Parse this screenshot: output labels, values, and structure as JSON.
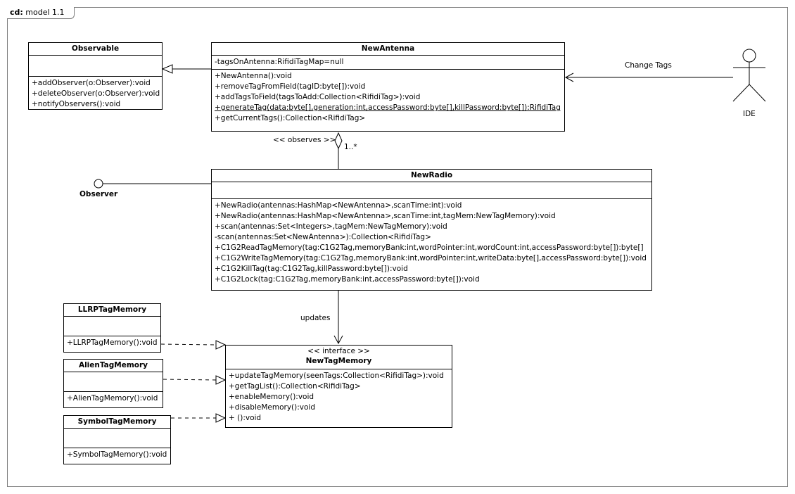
{
  "frame": {
    "kind": "cd:",
    "name": "model 1.1"
  },
  "classes": {
    "observable": {
      "name": "Observable",
      "attributes": [],
      "operations": [
        "+addObserver(o:Observer):void",
        "+deleteObserver(o:Observer):void",
        "+notifyObservers():void"
      ]
    },
    "new_antenna": {
      "name": "NewAntenna",
      "attributes": [
        "-tagsOnAntenna:RifidiTagMap=null"
      ],
      "operations": [
        "+NewAntenna():void",
        "+removeTagFromField(tagID:byte[]):void",
        "+addTagsToField(tagsToAdd:Collection<RifidiTag>):void",
        "+generateTag(data:byte[],generation:int,accessPassword:byte[],killPassword:byte[]):RifidiTag",
        "+getCurrentTags():Collection<RifidiTag>"
      ]
    },
    "new_radio": {
      "name": "NewRadio",
      "attributes": [],
      "operations": [
        "+NewRadio(antennas:HashMap<NewAntenna>,scanTime:int):void",
        "+NewRadio(antennas:HashMap<NewAntenna>,scanTime:int,tagMem:NewTagMemory):void",
        "+scan(antennas:Set<Integers>,tagMem:NewTagMemory):void",
        "-scan(antennas:Set<NewAntenna>):Collection<RifidiTag>",
        "+C1G2ReadTagMemory(tag:C1G2Tag,memoryBank:int,wordPointer:int,wordCount:int,accessPassword:byte[]):byte[]",
        "+C1G2WriteTagMemory(tag:C1G2Tag,memoryBank:int,wordPointer:int,writeData:byte[],accessPassword:byte[]):void",
        "+C1G2KillTag(tag:C1G2Tag,killPassword:byte[]):void",
        "+C1G2Lock(tag:C1G2Tag,memoryBank:int,accessPassword:byte[]):void"
      ]
    },
    "new_tag_memory": {
      "stereotype": "<< interface >>",
      "name": "NewTagMemory",
      "operations": [
        "+updateTagMemory(seenTags:Collection<RifidiTag>):void",
        "+getTagList():Collection<RifidiTag>",
        "+enableMemory():void",
        "+disableMemory():void",
        "+ ():void"
      ]
    },
    "llrp_tag_memory": {
      "name": "LLRPTagMemory",
      "attributes": [],
      "operations": [
        "+LLRPTagMemory():void"
      ]
    },
    "alien_tag_memory": {
      "name": "AlienTagMemory",
      "attributes": [],
      "operations": [
        "+AlienTagMemory():void"
      ]
    },
    "symbol_tag_memory": {
      "name": "SymbolTagMemory",
      "attributes": [],
      "operations": [
        "+SymbolTagMemory():void"
      ]
    }
  },
  "actor": {
    "name": "IDE"
  },
  "interface_lollipop": {
    "name": "Observer"
  },
  "relations": {
    "change_tags": "Change Tags",
    "observes": "<< observes >>",
    "multiplicity": "1..*",
    "updates": "updates"
  }
}
